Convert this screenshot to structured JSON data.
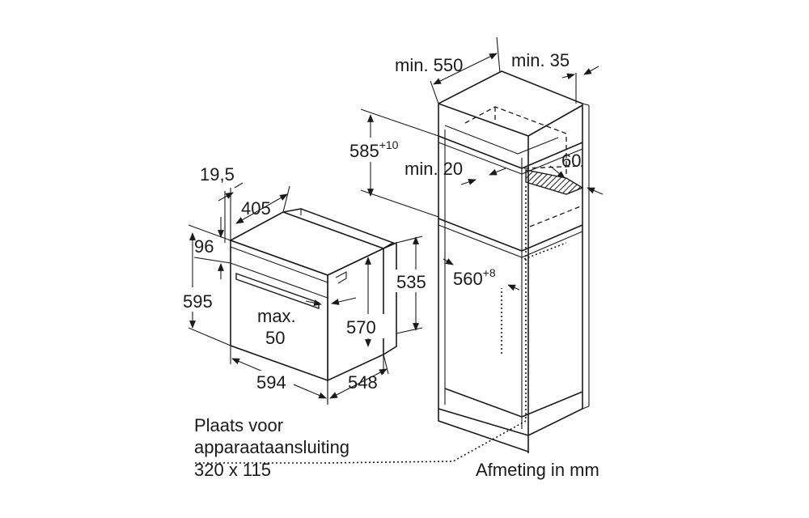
{
  "oven": {
    "depth_top": "19,5",
    "depth_405": "405",
    "front_96": "96",
    "height_595": "595",
    "max_label": "max.",
    "max_value": "50",
    "height_570": "570",
    "height_535": "535",
    "width_594": "594",
    "depth_548": "548"
  },
  "cabinet": {
    "min_550": "min. 550",
    "min_35": "min. 35",
    "height_585": "585",
    "height_585_tol": "+10",
    "min_20": "min. 20",
    "vent_60": "60",
    "width_560": "560",
    "width_560_tol": "+8"
  },
  "notes": {
    "connection_line1": "Plaats voor",
    "connection_line2": "apparaataansluiting",
    "connection_line3": "320 x 115",
    "units": "Afmeting in mm"
  }
}
